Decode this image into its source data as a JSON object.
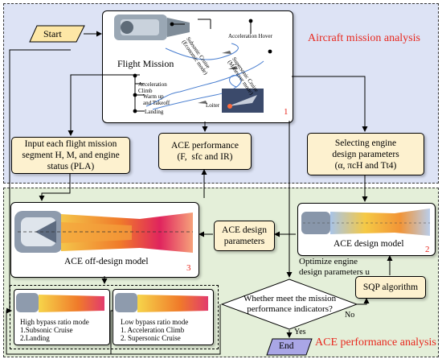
{
  "regions": {
    "top_title": "Aircraft mission analysis",
    "bottom_title": "ACE performance analysis"
  },
  "start": "Start",
  "end": "End",
  "flight_mission": {
    "title": "Flight Mission",
    "number": "1",
    "phases": {
      "subsonic": "Subsonic Cruise\n(Economic mode)",
      "acc_hover": "Acceleration Hover",
      "supersonic": "Supersonic Cruise\n(Maneuver mode)",
      "acc_climb": "Acceleration\nClimb",
      "warmup": "Warm up\nand Takeoff",
      "landing": "Landing",
      "loiter": "Loiter"
    }
  },
  "boxes": {
    "input": "Input each flight mission\nsegment H, M, and engine\nstatus (PLA)",
    "performance": "ACE performance\n(F,  sfc and IR)",
    "selecting": "Selecting engine\ndesign parameters\n(α, πcH and Tt4)",
    "design_params": "ACE design\nparameters",
    "sqp": "SQP algorithm"
  },
  "models": {
    "offdesign": {
      "caption": "ACE off-design model",
      "number": "3"
    },
    "design": {
      "caption": "ACE design model",
      "number": "2"
    }
  },
  "optimize": "Optimize engine\ndesign parameters u",
  "decision": "Whether meet the mission\nperformance indicators?",
  "yes": "Yes",
  "no": "No",
  "modes": {
    "high": {
      "title": "High bypass ratio mode",
      "items": [
        "1.Subsonic Cruise",
        "2.Landing"
      ]
    },
    "low": {
      "title": "Low bypass ratio mode",
      "items": [
        "1. Acceleration Climb",
        "2. Supersonic Cruise"
      ]
    }
  },
  "colors": {
    "top_bg": "#dde3f5",
    "bottom_bg": "#e4efd9",
    "yellow_box": "#fdf1cf",
    "title_red": "#e8281e",
    "end_fill": "#a9a6e6"
  }
}
